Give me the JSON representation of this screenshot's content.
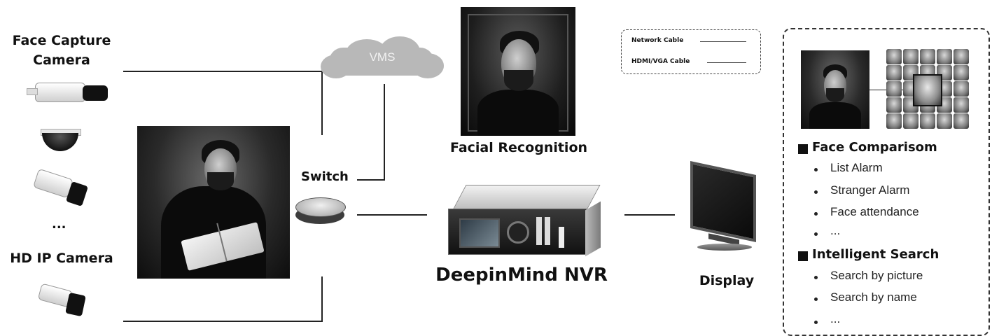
{
  "cameras": {
    "face_capture_line1": "Face Capture",
    "face_capture_line2": "Camera",
    "ellipsis": "...",
    "hd_ip_label": "HD IP Camera"
  },
  "network": {
    "vms_label": "VMS",
    "switch_label": "Switch"
  },
  "recognition": {
    "label": "Facial Recognition"
  },
  "nvr": {
    "label": "DeepinMind NVR"
  },
  "display": {
    "label": "Display"
  },
  "legend": {
    "network_cable": "Network Cable",
    "hdmi_vga_cable": "HDMI/VGA Cable"
  },
  "features": {
    "face_comparison": {
      "heading": "Face Comparisom",
      "items": [
        "List Alarm",
        "Stranger Alarm",
        "Face attendance",
        "..."
      ]
    },
    "intelligent_search": {
      "heading": "Intelligent Search",
      "items": [
        "Search by picture",
        "Search by name",
        "..."
      ]
    }
  }
}
